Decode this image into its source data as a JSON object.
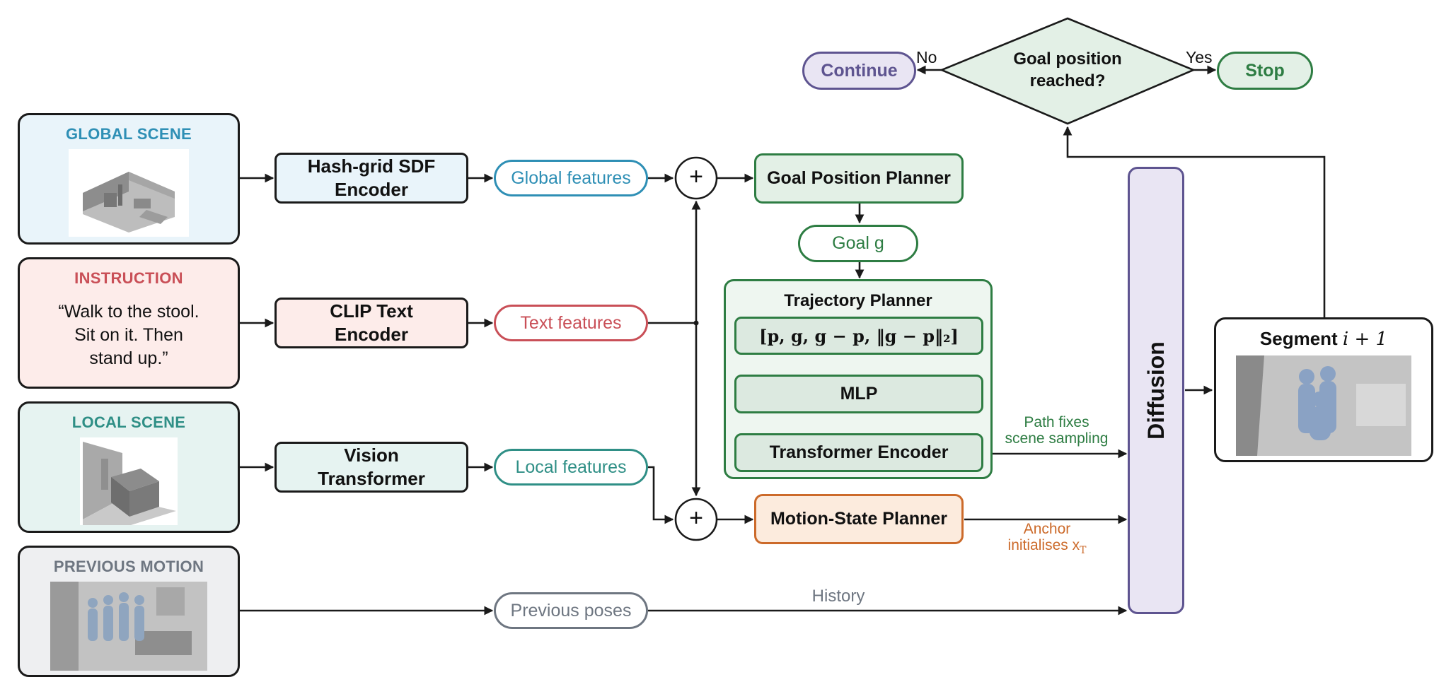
{
  "inputs": {
    "global_scene": {
      "title": "GLOBAL SCENE"
    },
    "instruction": {
      "title": "INSTRUCTION",
      "line1": "“Walk to the stool.",
      "line2": "Sit on it.  Then",
      "line3": "stand up.”"
    },
    "local_scene": {
      "title": "LOCAL SCENE"
    },
    "previous_motion": {
      "title": "PREVIOUS MOTION"
    }
  },
  "encoders": {
    "sdf": {
      "line1": "Hash-grid SDF",
      "line2": "Encoder"
    },
    "clip": {
      "line1": "CLIP Text",
      "line2": "Encoder"
    },
    "vit": {
      "line1": "Vision",
      "line2": "Transformer"
    }
  },
  "features": {
    "global": "Global features",
    "text": "Text features",
    "local": "Local features",
    "previous": "Previous poses"
  },
  "operators": {
    "sum": "+"
  },
  "planners": {
    "goal": "Goal Position Planner",
    "goal_output": "Goal g",
    "trajectory": {
      "title": "Trajectory Planner",
      "input_vector": "[p,  g,  g − p,  ‖g − p‖₂]",
      "mlp": "MLP",
      "transformer": "Transformer Encoder"
    },
    "motion_state": "Motion-State Planner"
  },
  "diffusion": {
    "label": "Diffusion"
  },
  "annotations": {
    "path_line1": "Path fixes",
    "path_line2": "scene sampling",
    "anchor_line1": "Anchor",
    "anchor_line2": "initialises x",
    "anchor_subscript": "T",
    "history": "History"
  },
  "output": {
    "title_prefix": "Segment ",
    "title_math": "i + 1"
  },
  "decision": {
    "line1": "Goal position",
    "line2": "reached?",
    "yes": "Yes",
    "no": "No",
    "continue": "Continue",
    "stop": "Stop"
  },
  "colors": {
    "global": "#2e8fb5",
    "instruction": "#c94f57",
    "local": "#2f8f86",
    "previous": "#6e7681",
    "green": "#2e7d43",
    "orange": "#cc6a2a",
    "purple": "#5e5490",
    "global_bg": "#e9f4fa",
    "instruction_bg": "#fdecea",
    "local_bg": "#e6f3f1",
    "previous_bg": "#eeeff1",
    "green_bg": "#e3f0e6",
    "orange_bg": "#fcebdd",
    "purple_bg": "#e9e5f3"
  }
}
